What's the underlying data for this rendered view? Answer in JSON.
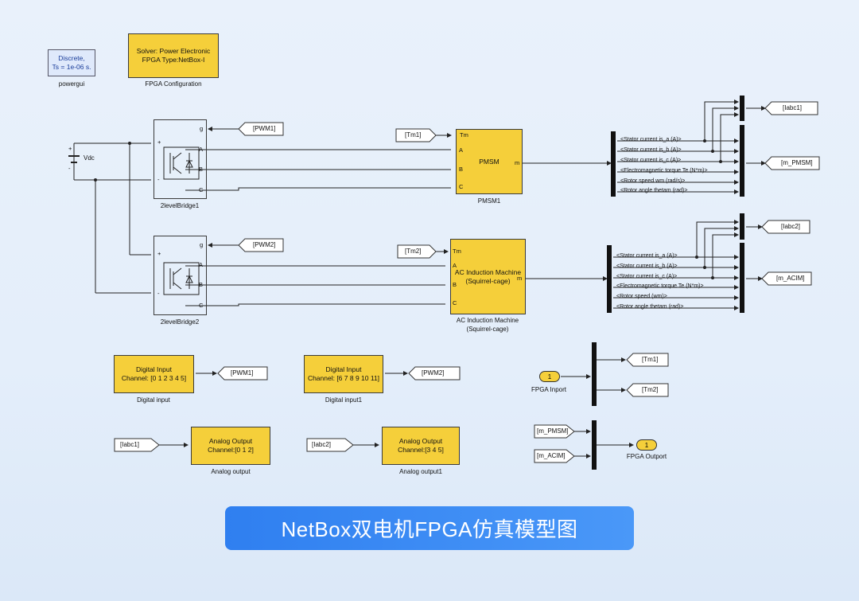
{
  "powergui": {
    "line1": "Discrete,",
    "line2": "Ts = 1e-06 s.",
    "caption": "powergui"
  },
  "fpga_config": {
    "line1": "Solver: Power Electronic",
    "line2": "FPGA Type:NetBox-I",
    "caption": "FPGA Configuration"
  },
  "vdc": {
    "label": "Vdc",
    "plus": "+",
    "minus": "-"
  },
  "bridge1": {
    "caption": "2levelBridge1",
    "ports": {
      "g": "g",
      "a": "A",
      "b": "B",
      "c": "C",
      "plus": "+",
      "minus": "-"
    },
    "goto_tag": "[PWM1]"
  },
  "bridge2": {
    "caption": "2levelBridge2",
    "ports": {
      "g": "g",
      "a": "A",
      "b": "B",
      "c": "C",
      "plus": "+",
      "minus": "-"
    },
    "goto_tag": "[PWM2]"
  },
  "pmsm": {
    "title": "PMSM",
    "caption": "PMSM1",
    "port_tm": "Tm",
    "port_a": "A",
    "port_b": "B",
    "port_c": "C",
    "port_m": "m",
    "from_tag": "[Tm1]"
  },
  "acim": {
    "title_line1": "AC Induction Machine",
    "title_line2": "(Squirrel-cage)",
    "caption_line1": "AC Induction Machine",
    "caption_line2": "(Squirrel-cage)",
    "port_tm": "Tm",
    "port_a": "A",
    "port_b": "B",
    "port_c": "C",
    "port_m": "m",
    "from_tag": "[Tm2]"
  },
  "bus1": {
    "signals": [
      "<Stator current is_a (A)>",
      "<Stator current is_b (A)>",
      "<Stator current is_c (A)>",
      "<Electromagnetic torque Te (N*m)>",
      "<Rotor speed wm (rad/s)>",
      "<Rotor angle thetam (rad)>"
    ],
    "goto_iabc": "[Iabc1]",
    "goto_m": "[m_PMSM]"
  },
  "bus2": {
    "signals": [
      "<Stator current is_a (A)>",
      "<Stator current is_b (A)>",
      "<Stator current is_c (A)>",
      "<Electromagnetic torque Te (N*m)>",
      "<Rotor speed (wm)>",
      "<Rotor angle thetam (rad)>"
    ],
    "goto_iabc": "[Iabc2]",
    "goto_m": "[m_ACIM]"
  },
  "digital_input": {
    "line1": "Digital Input",
    "line2": "Channel: [0 1 2 3 4 5]",
    "caption": "Digital input",
    "goto_tag": "[PWM1]"
  },
  "digital_input1": {
    "line1": "Digital Input",
    "line2": "Channel: [6 7 8 9 10 11]",
    "caption": "Digital input1",
    "goto_tag": "[PWM2]"
  },
  "analog_output": {
    "line1": "Analog Output",
    "line2": "Channel:[0 1 2]",
    "caption": "Analog output",
    "from_tag": "[Iabc1]"
  },
  "analog_output1": {
    "line1": "Analog Output",
    "line2": "Channel:[3 4 5]",
    "caption": "Analog output1",
    "from_tag": "[Iabc2]"
  },
  "fpga_inport": {
    "number": "1",
    "caption": "FPGA Inport",
    "goto1": "[Tm1]",
    "goto2": "[Tm2]"
  },
  "fpga_outport": {
    "number": "1",
    "caption": "FPGA Outport",
    "from1": "[m_PMSM]",
    "from2": "[m_ACIM]"
  },
  "banner": {
    "text": "NetBox双电机FPGA仿真模型图"
  },
  "colors": {
    "block_fill": "#f5cf3a",
    "banner": "#3a8bf4",
    "line": "#222222"
  }
}
